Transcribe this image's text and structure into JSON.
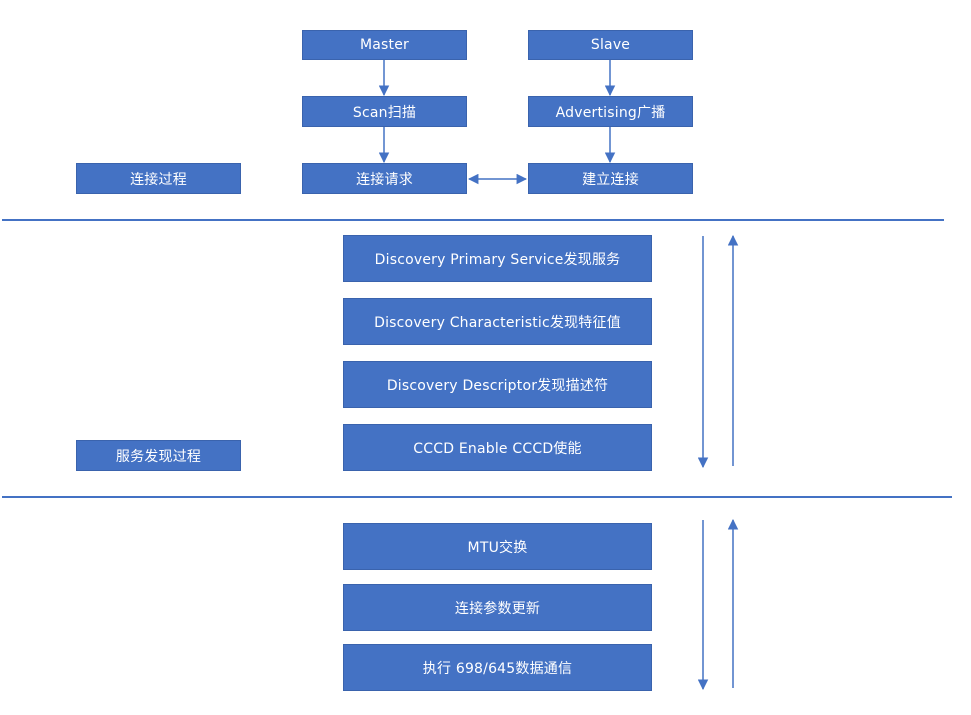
{
  "colors": {
    "box_fill": "#4472c4",
    "line": "#4472c4",
    "text": "#ffffff"
  },
  "section1": {
    "label": "连接过程",
    "master": "Master",
    "slave": "Slave",
    "scan": "Scan扫描",
    "advertising": "Advertising广播",
    "request": "连接请求",
    "establish": "建立连接"
  },
  "section2": {
    "label": "服务发现过程",
    "steps": [
      "Discovery Primary Service发现服务",
      "Discovery Characteristic发现特征值",
      "Discovery Descriptor发现描述符",
      "CCCD Enable CCCD使能"
    ]
  },
  "section3": {
    "steps": [
      "MTU交换",
      "连接参数更新",
      "执行 698/645数据通信"
    ]
  }
}
